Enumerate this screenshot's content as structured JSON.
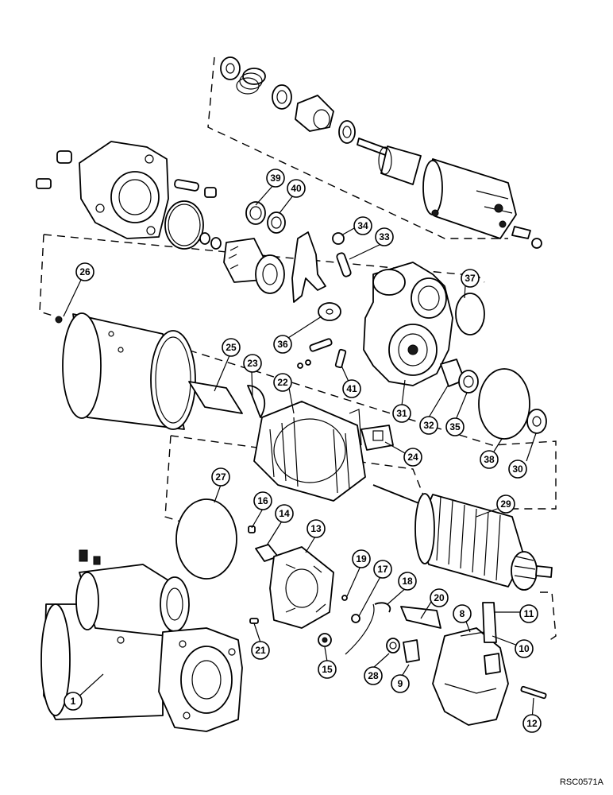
{
  "reference_code": "RSC0571A",
  "callouts": {
    "c1": "1",
    "c8": "8",
    "c9": "9",
    "c10": "10",
    "c11": "11",
    "c12": "12",
    "c13": "13",
    "c14": "14",
    "c15": "15",
    "c16": "16",
    "c17": "17",
    "c18": "18",
    "c19": "19",
    "c20": "20",
    "c21": "21",
    "c22": "22",
    "c23": "23",
    "c24": "24",
    "c25": "25",
    "c26": "26",
    "c27": "27",
    "c28": "28",
    "c29": "29",
    "c30": "30",
    "c31": "31",
    "c32": "32",
    "c33": "33",
    "c34": "34",
    "c35": "35",
    "c36": "36",
    "c37": "37",
    "c38": "38",
    "c39": "39",
    "c40": "40",
    "c41": "41"
  }
}
